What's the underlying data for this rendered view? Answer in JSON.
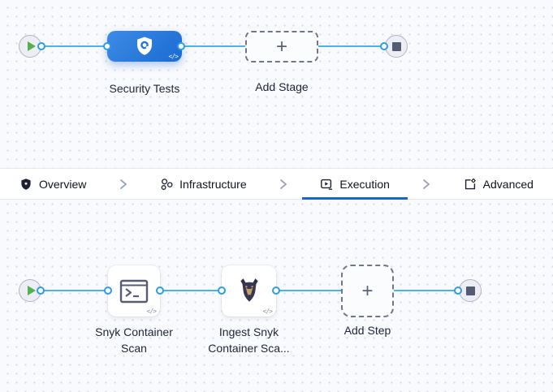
{
  "stage_pipeline": {
    "stage_label": "Security Tests",
    "add_stage_label": "Add Stage"
  },
  "tab_bar": {
    "tabs": [
      {
        "label": "Overview",
        "icon": "shield-icon"
      },
      {
        "label": "Infrastructure",
        "icon": "nodes-icon"
      },
      {
        "label": "Execution",
        "icon": "play-square-icon"
      },
      {
        "label": "Advanced",
        "icon": "file-gear-icon"
      }
    ],
    "active_tab": "Execution"
  },
  "execution_pipeline": {
    "steps": [
      {
        "label": "Snyk Container Scan",
        "label_line1": "Snyk Container",
        "label_line2": "Scan",
        "icon": "terminal-icon"
      },
      {
        "label": "Ingest Snyk Container Sca...",
        "label_line1": "Ingest Snyk",
        "label_line2": "Container Sca...",
        "icon": "snyk-dog-icon"
      }
    ],
    "add_step_label": "Add Step"
  },
  "glyphs": {
    "plus": "+",
    "code": "</>"
  },
  "colors": {
    "accent_blue": "#1766d1",
    "edge_blue": "#4bb2ef",
    "connector_blue": "#2d9ce8",
    "stage_gradient_start": "#3d8be5",
    "stage_gradient_end": "#1a6bd3",
    "play_green": "#55b04e",
    "stop_slate": "#545b72",
    "canvas_bg": "#f9fafd"
  }
}
